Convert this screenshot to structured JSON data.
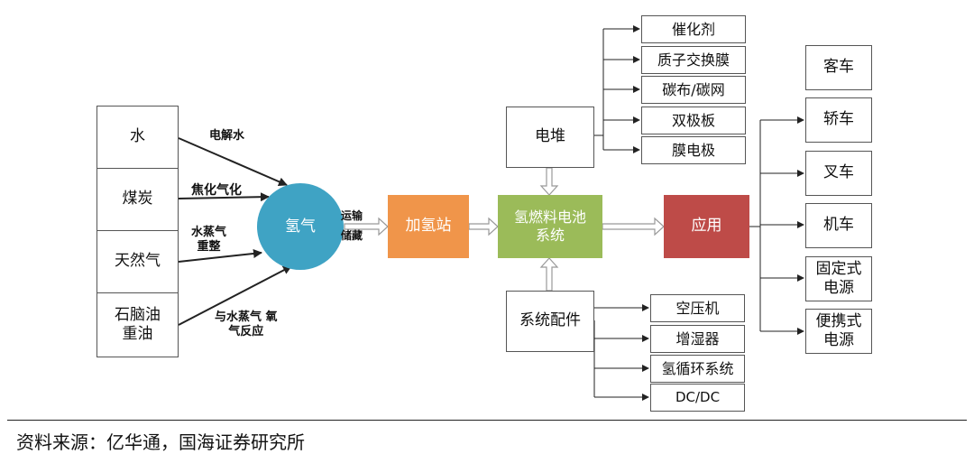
{
  "sources": [
    "水",
    "煤炭",
    "天然气",
    "石脑油\n重油"
  ],
  "processes": [
    "电解水",
    "焦化气化",
    "水蒸气\n重整",
    "与水蒸气  氧\n气反应"
  ],
  "hydrogen": "氢气",
  "transport": "运输\n储藏",
  "station": "加氢站",
  "fuel_cell": "氢燃料电池\n系统",
  "application": "应用",
  "stack": "电堆",
  "stack_parts": [
    "催化剂",
    "质子交换膜",
    "碳布/碳网",
    "双极板",
    "膜电极"
  ],
  "accessories": "系统配件",
  "accessory_parts": [
    "空压机",
    "增湿器",
    "氢循环系统",
    "DC/DC"
  ],
  "applications": [
    "客车",
    "轿车",
    "叉车",
    "机车",
    "固定式\n电源",
    "便携式\n电源"
  ],
  "source_note": "资料来源：亿华通，国海证券研究所",
  "colors": {
    "hydrogen": "#3fa3c4",
    "station": "#f0954a",
    "fuel_cell": "#9bbb59",
    "application": "#be4b48",
    "line": "#222222",
    "hollow_arrow": "#999999"
  }
}
